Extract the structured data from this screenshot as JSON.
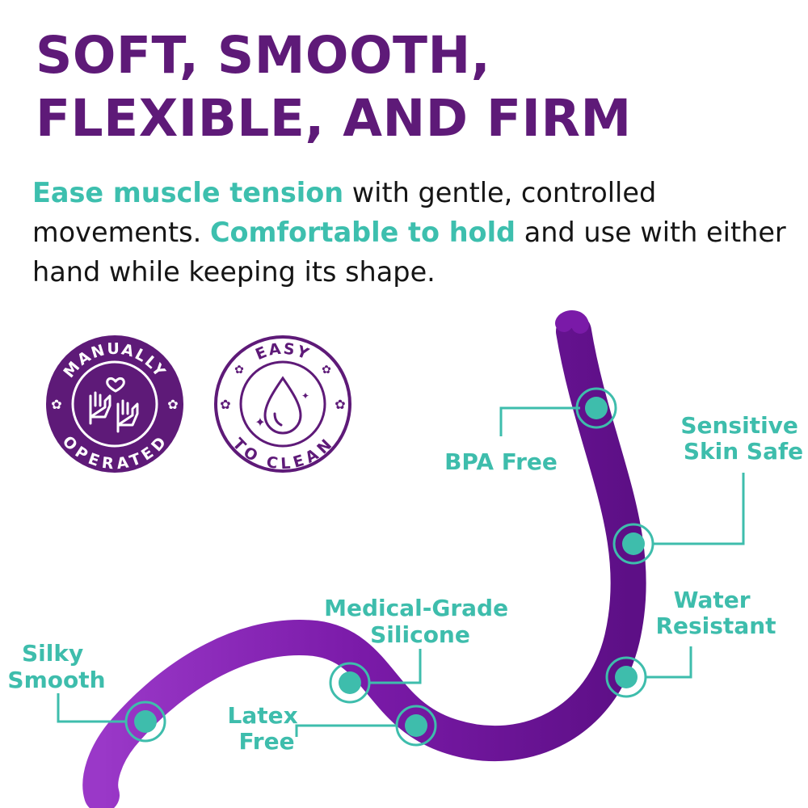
{
  "headline": {
    "line1": "SOFT, SMOOTH,",
    "line2": "FLEXIBLE, AND FIRM"
  },
  "description": {
    "part1_highlight": "Ease muscle tension",
    "part2": " with gentle, controlled movements. ",
    "part3_highlight": "Comfortable to hold",
    "part4": " and use with either hand while keeping its shape."
  },
  "badges": {
    "manual": {
      "top": "MANUALLY",
      "bottom": "OPERATED",
      "color": "#5e1a78"
    },
    "easy": {
      "top": "EASY",
      "bottom": "TO CLEAN",
      "color": "#5e1a78"
    }
  },
  "callouts": {
    "bpa_free": {
      "lines": [
        "BPA Free"
      ]
    },
    "sensitive": {
      "lines": [
        "Sensitive",
        "Skin Safe"
      ]
    },
    "water": {
      "lines": [
        "Water",
        "Resistant"
      ]
    },
    "medical": {
      "lines": [
        "Medical-Grade",
        "Silicone"
      ]
    },
    "silky": {
      "lines": [
        "Silky",
        "Smooth"
      ]
    },
    "latex": {
      "lines": [
        "Latex",
        "Free"
      ]
    }
  },
  "colors": {
    "purple": "#5e1a78",
    "product": "#7a1aa8",
    "teal": "#3ebdac"
  }
}
